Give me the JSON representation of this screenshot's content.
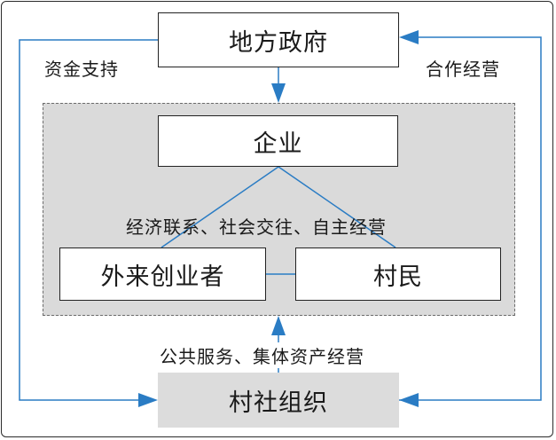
{
  "nodes": {
    "government": "地方政府",
    "enterprise": "企业",
    "entrepreneurs": "外来创业者",
    "villagers": "村民",
    "village_org": "村社组织"
  },
  "edges": {
    "funding": "资金支持",
    "cooperation": "合作经营",
    "relations": "经济联系、社会交往、自主经营",
    "services": "公共服务、集体资产经营"
  },
  "colors": {
    "arrow": "#2a7cc4",
    "cluster_fill": "#dadada",
    "village_org_fill": "#dcdcdc"
  }
}
